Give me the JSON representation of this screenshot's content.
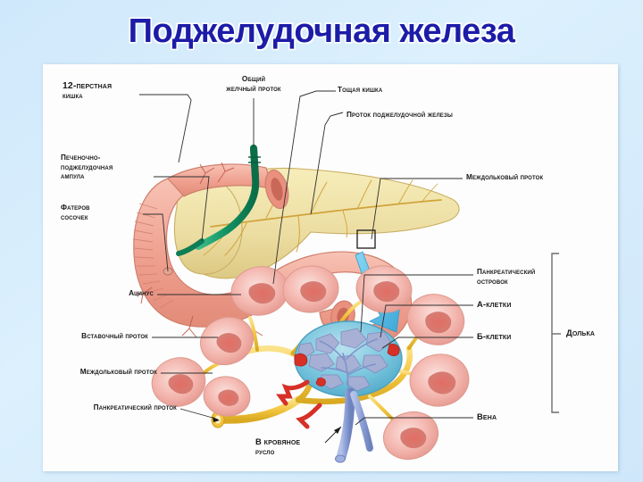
{
  "slide": {
    "title": "Поджелудочная железа",
    "title_color": "#1c1ca8",
    "background_color": "#cfe8fb",
    "panel_background": "#fdfdfd"
  },
  "diagram": {
    "name": "pancreas-anatomy-diagram",
    "colors": {
      "duodenum": "#f0a595",
      "pancreas": "#eee2a8",
      "bile_duct": "#169a6b",
      "acinus": "#f3b5ae",
      "islet": "#7fc5dd",
      "duct_yellow": "#f2c436",
      "vein_blue": "#8fa3d8",
      "artery_red": "#d9302c",
      "arrow_blue": "#5bc0ea",
      "leader_line": "#3a3a3a"
    },
    "labels": {
      "duodenum": {
        "line1": "12-перстная",
        "line2": "кишка"
      },
      "common_bile_duct": {
        "line1": "Общий",
        "line2": "желчный проток"
      },
      "jejunum": "Тощая кишка",
      "pancreatic_duct_main": "Проток поджелудочной железы",
      "interlobular_duct_top": "Междольковый проток",
      "hepatopancreatic_ampulla": {
        "line1": "Печеночно-",
        "line2": "поджелудочная",
        "line3": "ампула"
      },
      "vater_papilla": {
        "line1": "Фатеров",
        "line2": "сосочек"
      },
      "acinus": "Ацинус",
      "intercalated_duct": "Вставочный проток",
      "interlobular_duct_bottom": "Междольковый проток",
      "pancreatic_duct_bottom": "Панкреатический проток",
      "pancreatic_islet": {
        "line1": "Панкреатический",
        "line2": "островок"
      },
      "a_cells": "А-клетки",
      "b_cells": "Б-клетки",
      "vein": "Вена",
      "into_bloodstream": {
        "line1": "В кровяное",
        "line2": "русло"
      },
      "lobule": "Долька"
    }
  }
}
